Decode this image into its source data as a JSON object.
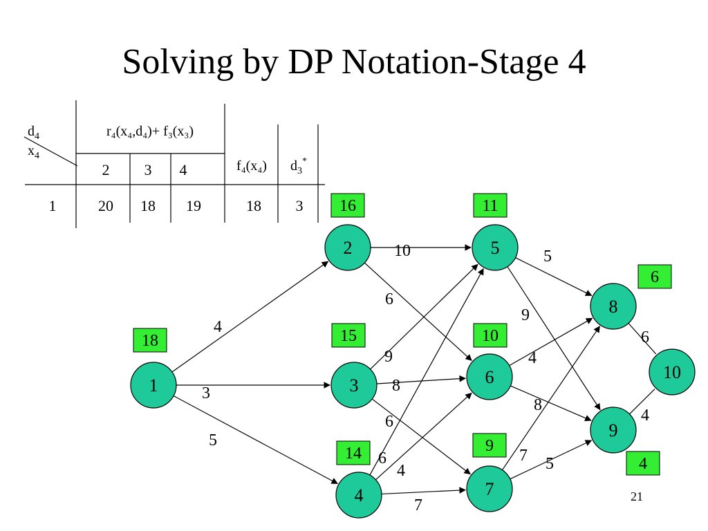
{
  "slide": {
    "title": "Solving by DP Notation-Stage 4",
    "number": "21"
  },
  "table": {
    "corner_top": "d",
    "corner_top_sub": "4",
    "corner_bottom": "x",
    "corner_bottom_sub": "4",
    "group_header": "r₄(x₄,d₄)+ f₃(x₃)",
    "col_f": "f₄(x₄)",
    "col_d": "d",
    "col_d_sub": "3",
    "col_d_sup": "*",
    "decisions": [
      "2",
      "3",
      "4"
    ],
    "row": {
      "x": "1",
      "values": [
        "20",
        "18",
        "19"
      ],
      "f": "18",
      "d": "3"
    }
  },
  "graph": {
    "node_color": "#1ec99a",
    "box_color": "#33ee33",
    "nodes": [
      {
        "id": "1",
        "label": "1"
      },
      {
        "id": "2",
        "label": "2"
      },
      {
        "id": "3",
        "label": "3"
      },
      {
        "id": "4",
        "label": "4"
      },
      {
        "id": "5",
        "label": "5"
      },
      {
        "id": "6",
        "label": "6"
      },
      {
        "id": "7",
        "label": "7"
      },
      {
        "id": "8",
        "label": "8"
      },
      {
        "id": "9",
        "label": "9"
      },
      {
        "id": "10",
        "label": "10"
      }
    ],
    "values": [
      {
        "node": "1",
        "value": "18"
      },
      {
        "node": "2",
        "value": "16"
      },
      {
        "node": "3",
        "value": "15"
      },
      {
        "node": "4",
        "value": "14"
      },
      {
        "node": "5",
        "value": "11"
      },
      {
        "node": "6",
        "value": "10"
      },
      {
        "node": "7",
        "value": "9"
      },
      {
        "node": "8",
        "value": "6"
      },
      {
        "node": "9",
        "value": "4"
      }
    ],
    "edges": [
      {
        "from": "1",
        "to": "2",
        "weight": "4"
      },
      {
        "from": "1",
        "to": "3",
        "weight": "3"
      },
      {
        "from": "1",
        "to": "4",
        "weight": "5"
      },
      {
        "from": "2",
        "to": "5",
        "weight": "10"
      },
      {
        "from": "2",
        "to": "6",
        "weight": "6"
      },
      {
        "from": "3",
        "to": "5",
        "weight": "9"
      },
      {
        "from": "3",
        "to": "6",
        "weight": "8"
      },
      {
        "from": "3",
        "to": "7",
        "weight": "6"
      },
      {
        "from": "4",
        "to": "5",
        "weight": "6"
      },
      {
        "from": "4",
        "to": "6",
        "weight": "4"
      },
      {
        "from": "4",
        "to": "7",
        "weight": "7"
      },
      {
        "from": "5",
        "to": "8",
        "weight": "5"
      },
      {
        "from": "5",
        "to": "9",
        "weight": "9"
      },
      {
        "from": "6",
        "to": "8",
        "weight": "4"
      },
      {
        "from": "6",
        "to": "9",
        "weight": "8"
      },
      {
        "from": "7",
        "to": "8",
        "weight": "7"
      },
      {
        "from": "7",
        "to": "9",
        "weight": "5"
      },
      {
        "from": "8",
        "to": "10",
        "weight": "6"
      },
      {
        "from": "9",
        "to": "10",
        "weight": "4"
      }
    ]
  }
}
